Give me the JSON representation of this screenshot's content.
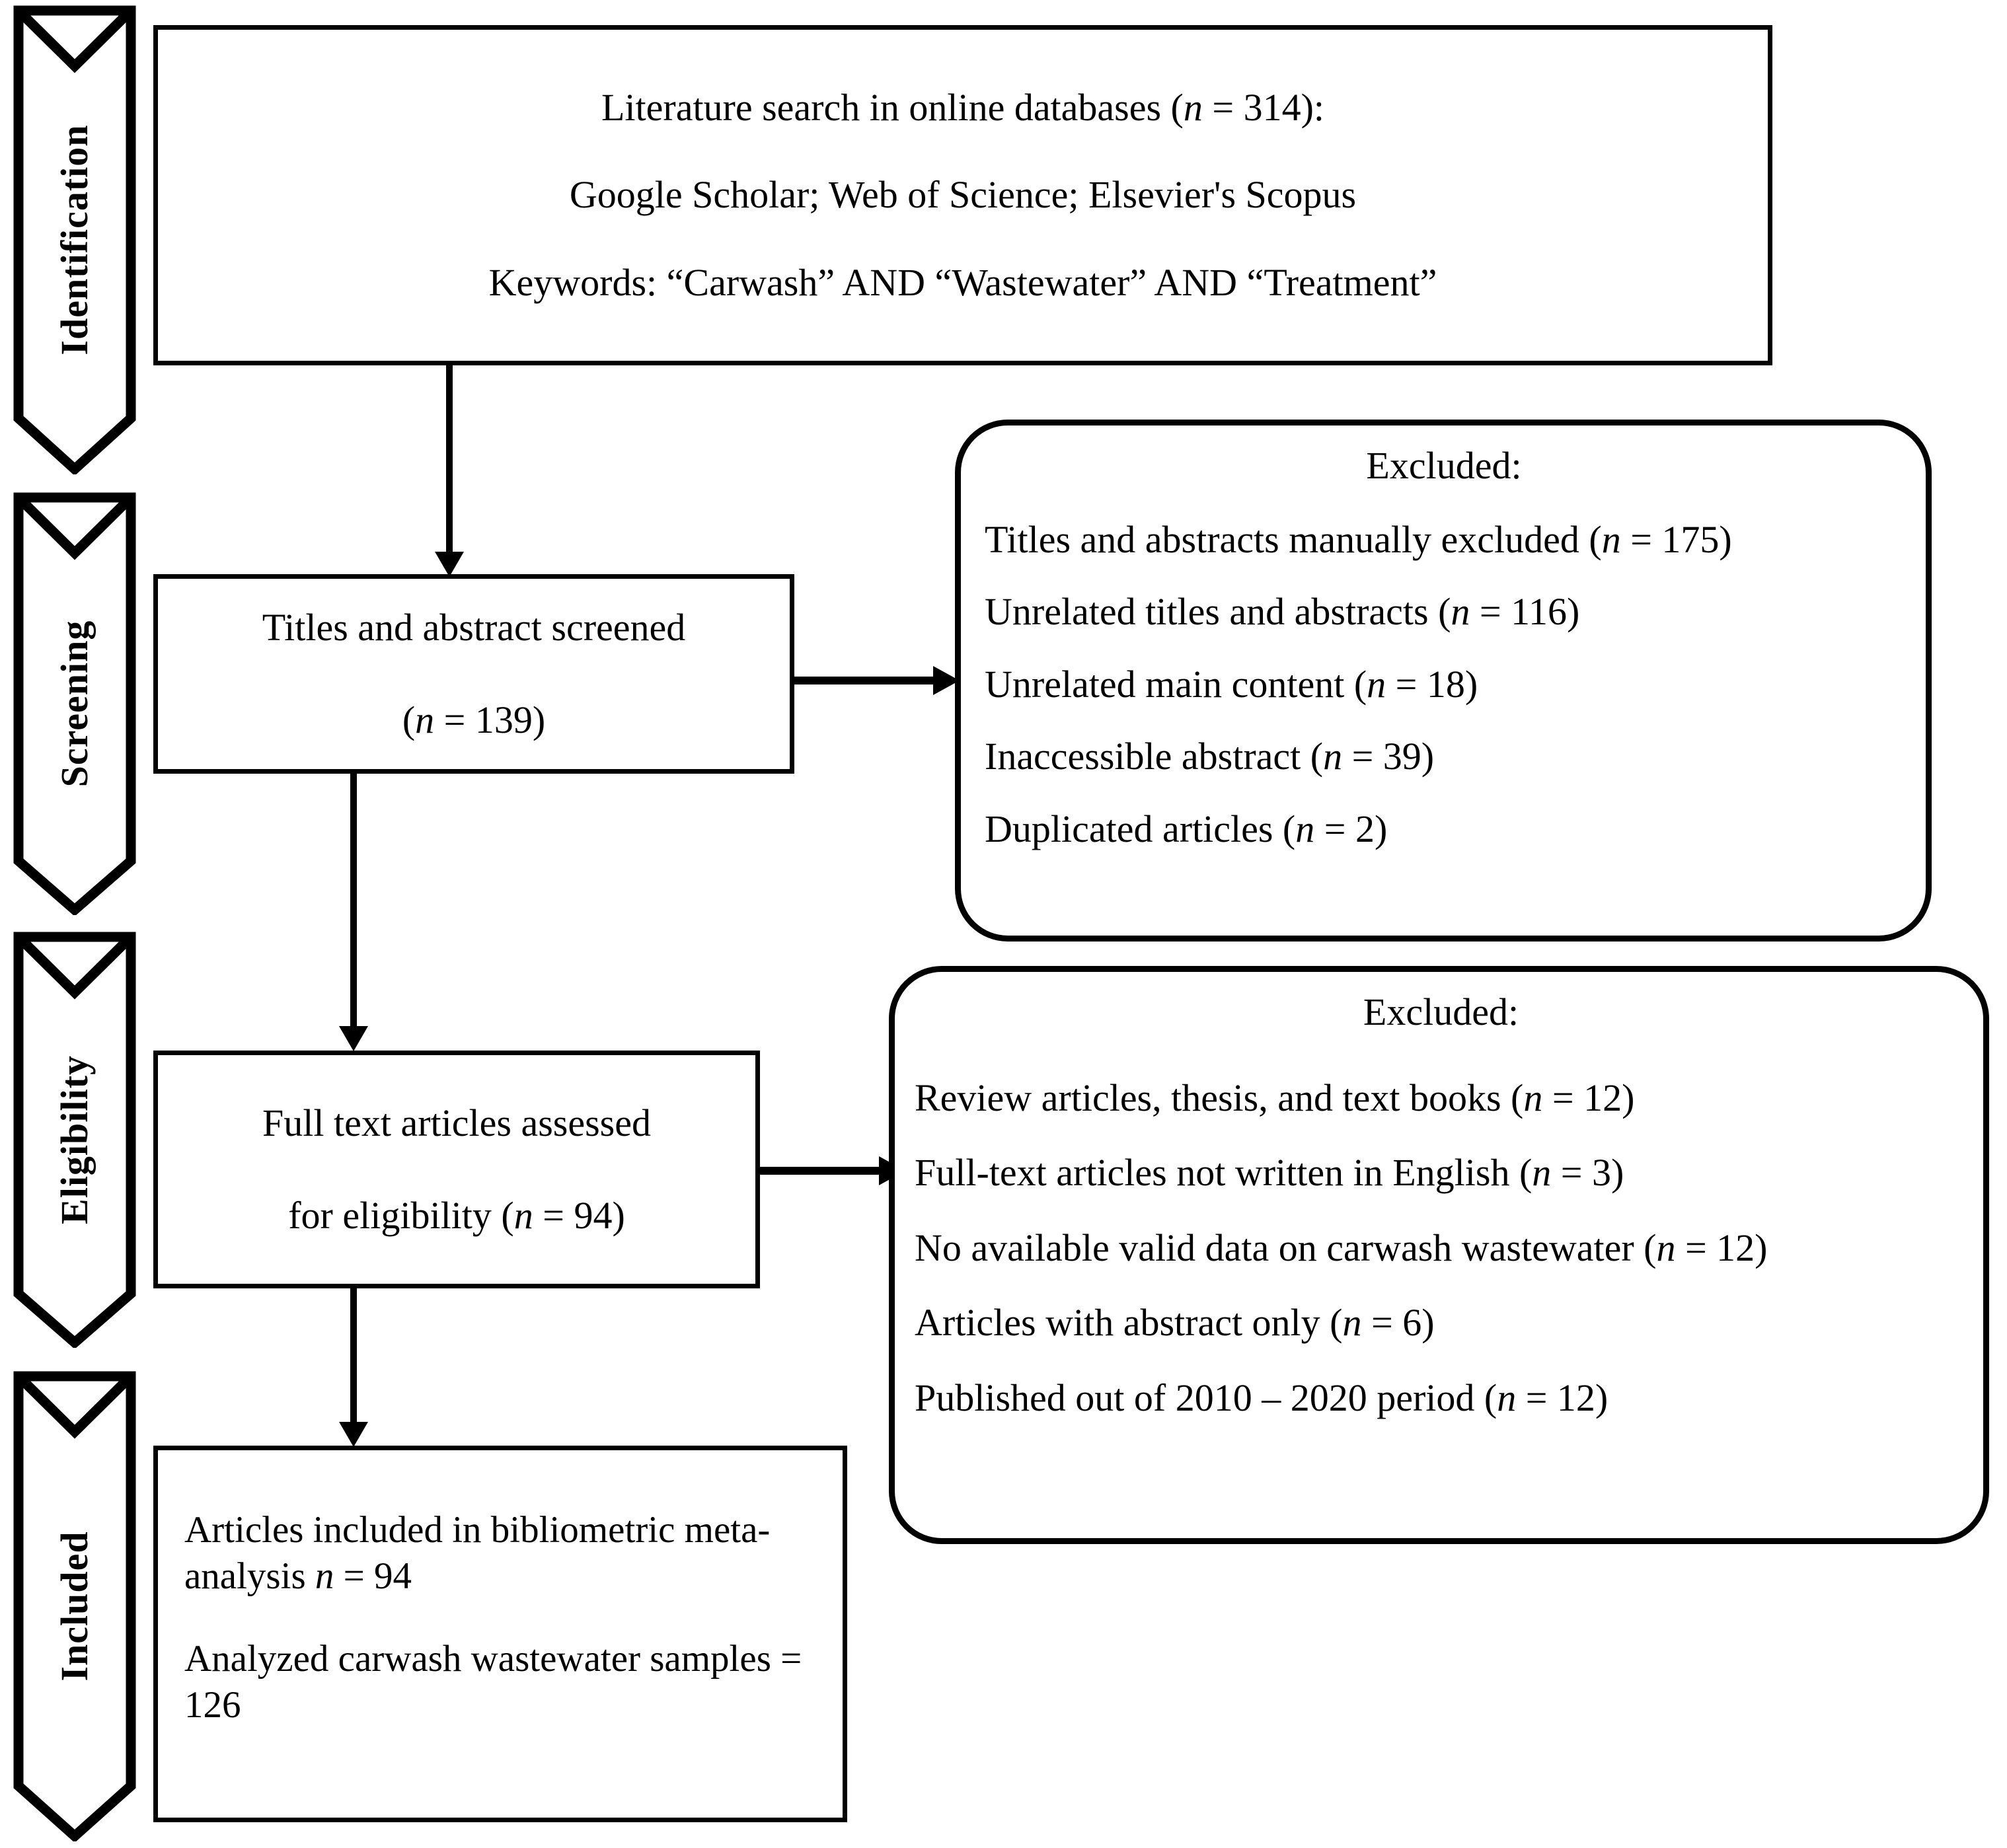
{
  "diagram": {
    "type": "prisma-flow-diagram",
    "stages": [
      {
        "id": "identification",
        "label": "Identification"
      },
      {
        "id": "screening",
        "label": "Screening"
      },
      {
        "id": "eligibility",
        "label": "Eligibility"
      },
      {
        "id": "included",
        "label": "Included"
      }
    ],
    "identification_box": {
      "line1": "Literature search in online databases (n = 314):",
      "line1_a": "Literature search in online databases (",
      "line1_n": "n",
      "line1_b": " = 314):",
      "line2": "Google Scholar; Web of Science; Elsevier's Scopus",
      "line3": "Keywords:  “Carwash” AND “Wastewater” AND “Treatment”"
    },
    "screening_box": {
      "line1": "Titles and abstract screened",
      "line2_a": "(",
      "line2_n": "n",
      "line2_b": " = 139)"
    },
    "excluded_box_1": {
      "title": "Excluded:",
      "items": [
        {
          "text_a": "Titles and abstracts manually excluded (",
          "n": "n",
          "text_b": " = 175)"
        },
        {
          "text_a": "Unrelated titles and abstracts (",
          "n": "n",
          "text_b": " = 116)"
        },
        {
          "text_a": "Unrelated main content (",
          "n": "n",
          "text_b": " = 18)"
        },
        {
          "text_a": "Inaccessible abstract (",
          "n": "n",
          "text_b": " = 39)"
        },
        {
          "text_a": "Duplicated articles (",
          "n": "n",
          "text_b": " = 2)"
        }
      ]
    },
    "eligibility_box": {
      "line1": "Full text articles assessed",
      "line2_a": "for eligibility (",
      "line2_n": "n",
      "line2_b": " = 94)"
    },
    "excluded_box_2": {
      "title": "Excluded:",
      "items": [
        {
          "text_a": "Review articles, thesis, and text books (",
          "n": "n",
          "text_b": " = 12)"
        },
        {
          "text_a": "Full-text articles not written in English (",
          "n": "n",
          "text_b": " = 3)"
        },
        {
          "text_a": "No available valid data on carwash wastewater (",
          "n": "n",
          "text_b": " = 12)"
        },
        {
          "text_a": "Articles with abstract only (",
          "n": "n",
          "text_b": " = 6)"
        },
        {
          "text_a": "Published out of 2010 – 2020 period (",
          "n": "n",
          "text_b": " = 12)"
        }
      ]
    },
    "included_box": {
      "para1_a": "Articles included in bibliometric meta-analysis ",
      "para1_n": "n",
      "para1_b": " = 94",
      "para2": "Analyzed carwash wastewater samples = 126"
    },
    "colors": {
      "stroke": "#000000",
      "fill": "#ffffff",
      "text": "#000000"
    }
  }
}
